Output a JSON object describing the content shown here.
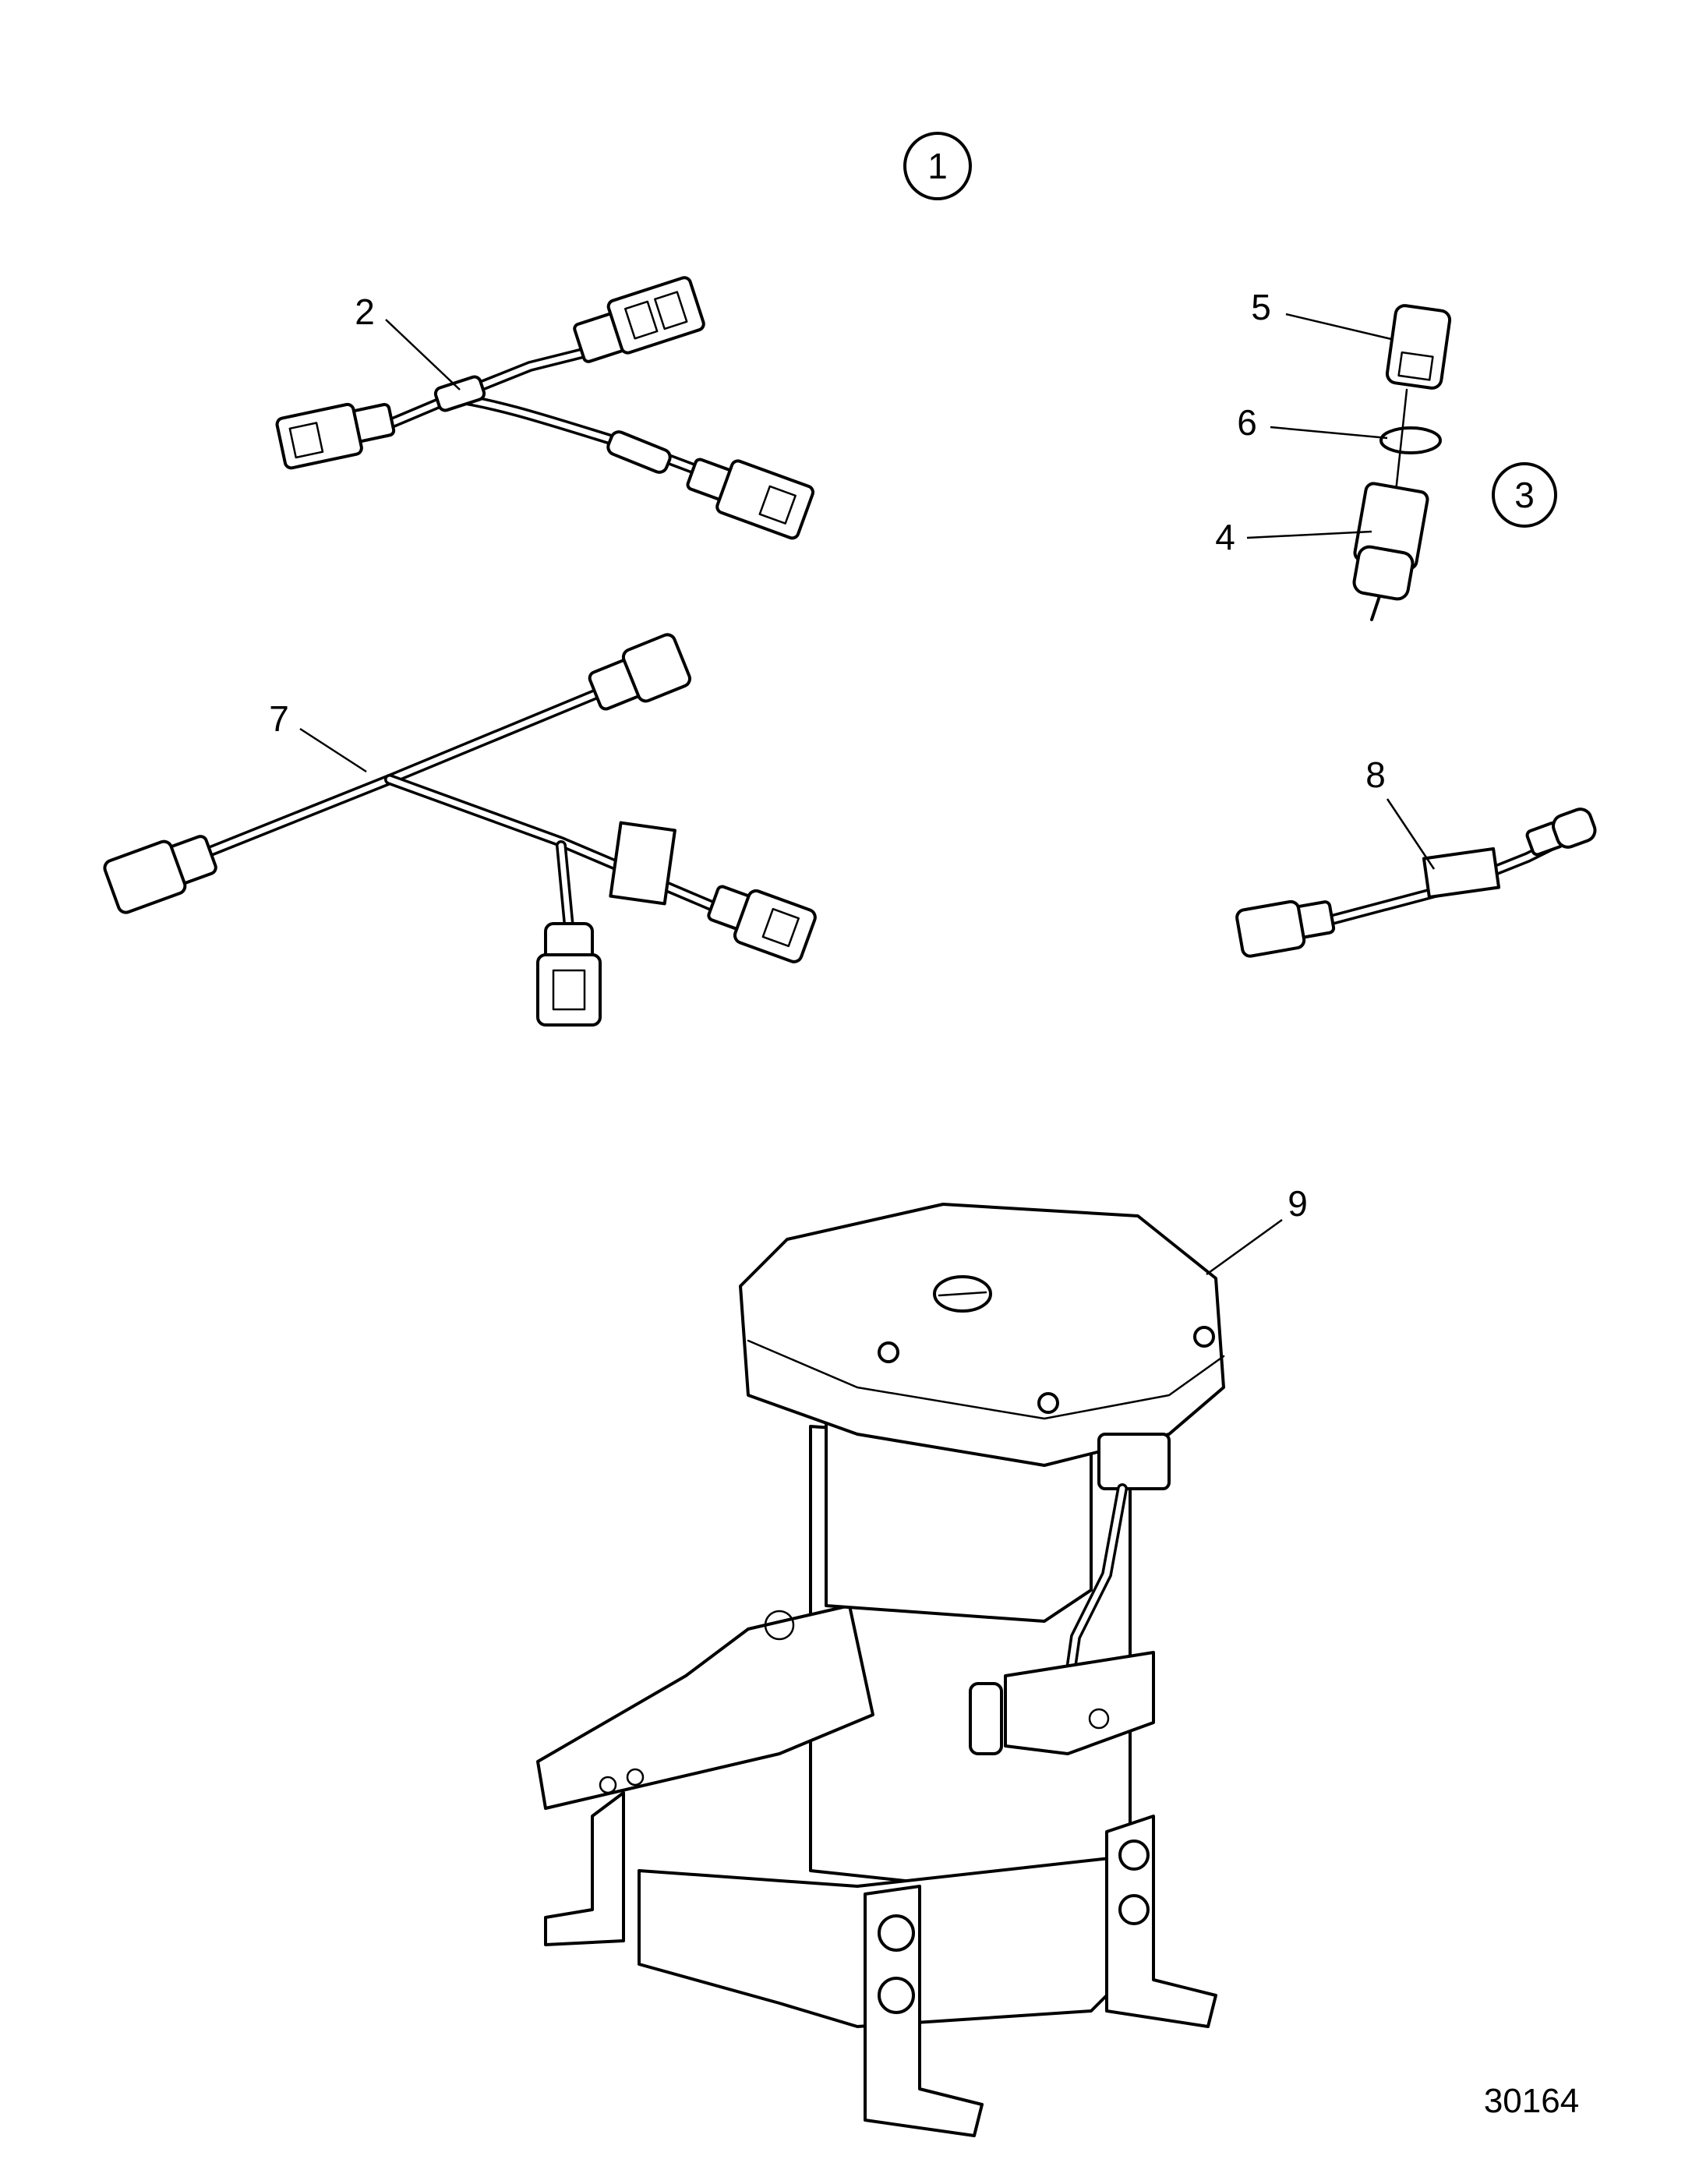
{
  "figure_id": "30164",
  "callouts": [
    {
      "label": "1",
      "circled": true
    },
    {
      "label": "2",
      "circled": false
    },
    {
      "label": "3",
      "circled": true
    },
    {
      "label": "4",
      "circled": false
    },
    {
      "label": "5",
      "circled": false
    },
    {
      "label": "6",
      "circled": false
    },
    {
      "label": "7",
      "circled": false
    },
    {
      "label": "8",
      "circled": false
    },
    {
      "label": "9",
      "circled": false
    }
  ]
}
